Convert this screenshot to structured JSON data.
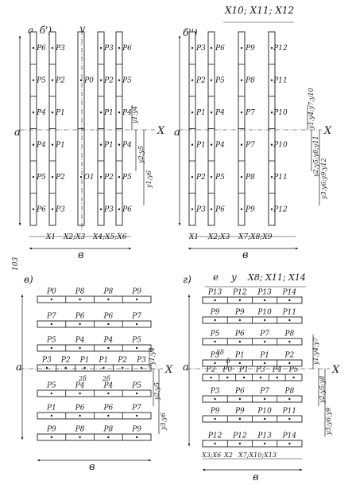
{
  "page_number": "103",
  "panels": [
    {
      "id": "a",
      "orientation": "vertical",
      "label": "а, б')",
      "axis_y": "y",
      "axis_x": "X",
      "dim_main": "a",
      "dim_width": "в",
      "columns": [
        [
          "P6",
          "P5",
          "P4",
          "P4",
          "P5",
          "P6"
        ],
        [
          "P3",
          "P2",
          "P1",
          "P1",
          "P2",
          "P3"
        ],
        [
          "P0",
          "O1"
        ],
        [
          "P3",
          "P2",
          "P1",
          "P1",
          "P2",
          "P3"
        ],
        [
          "P6",
          "P5",
          "P4",
          "P4",
          "P5",
          "P6"
        ]
      ],
      "side_dims": [
        "y1;y4",
        "y2;y5",
        "y1;y6"
      ],
      "bottom_dims": [
        "X1",
        "X2;X3",
        "X4;X5;X6"
      ]
    },
    {
      "id": "b",
      "orientation": "vertical",
      "label": "б'')",
      "axis_x": "X",
      "dim_main": "a",
      "dim_width": "в",
      "top_dim": "X10; X11; X12",
      "columns": [
        [
          "P3",
          "P2",
          "P1",
          "P1",
          "P2",
          "P3"
        ],
        [
          "P6",
          "P5",
          "P4",
          "P4",
          "P5",
          "P6"
        ],
        [
          "P9",
          "P8",
          "P7",
          "P7",
          "P8",
          "P9"
        ],
        [
          "P12",
          "P11",
          "P10",
          "P10",
          "P11",
          "P12"
        ]
      ],
      "side_dims": [
        "y1;y4;y7;y10",
        "y2;y5;y8;y11",
        "y3;y6;y9;y12"
      ],
      "bottom_dims": [
        "X1",
        "X2;X3",
        "X7;X8;X9"
      ]
    },
    {
      "id": "c",
      "orientation": "horizontal",
      "label": "в)",
      "axis_x": "X",
      "dim_main": "a",
      "dim_width": "в",
      "rows": [
        [
          "P0",
          "P8",
          "P8",
          "P9"
        ],
        [
          "P7",
          "P6",
          "P6",
          "P7"
        ],
        [
          "P5",
          "P4",
          "P4",
          "P5"
        ],
        [
          "P3",
          "P2",
          "P1",
          "P1",
          "P2",
          "P3"
        ],
        [
          "P5",
          "P4",
          "P4",
          "P5"
        ],
        [
          "P1",
          "P6",
          "P6",
          "P7"
        ],
        [
          "P9",
          "P8",
          "P8",
          "P9"
        ]
      ],
      "mid_dims": [
        "2δ",
        "2δ"
      ],
      "side_dims": [
        "y1;y4",
        "y2;y5",
        "y3;y6"
      ]
    },
    {
      "id": "d",
      "orientation": "horizontal",
      "label": "г)",
      "axis_x": "X",
      "dim_main": "a",
      "dim_width": "в",
      "top_dims": [
        "e",
        "y",
        "X8; X11; X14"
      ],
      "rows": [
        [
          "P13",
          "P12",
          "P13",
          "P14"
        ],
        [
          "P9",
          "P9",
          "P10",
          "P11"
        ],
        [
          "P5",
          "P6",
          "P7",
          "P8"
        ],
        [
          "P3",
          "P1",
          "P1",
          "P2"
        ],
        [
          "P2",
          "P0",
          "P1",
          "P3",
          "P4",
          "P5"
        ],
        [
          "P3",
          "P6",
          "P7",
          "P8"
        ],
        [
          "P9",
          "P9",
          "P10",
          "P11"
        ],
        [
          "P12",
          "P12",
          "P13",
          "P14"
        ]
      ],
      "mid_dims": [
        "2δ",
        "δ"
      ],
      "side_dims": [
        "y1;y4;y7",
        "y2;y5;y8",
        "y3;y6;y9"
      ],
      "bottom_dims": [
        "X3;X6",
        "X2",
        "X7;X10;X13"
      ]
    }
  ]
}
